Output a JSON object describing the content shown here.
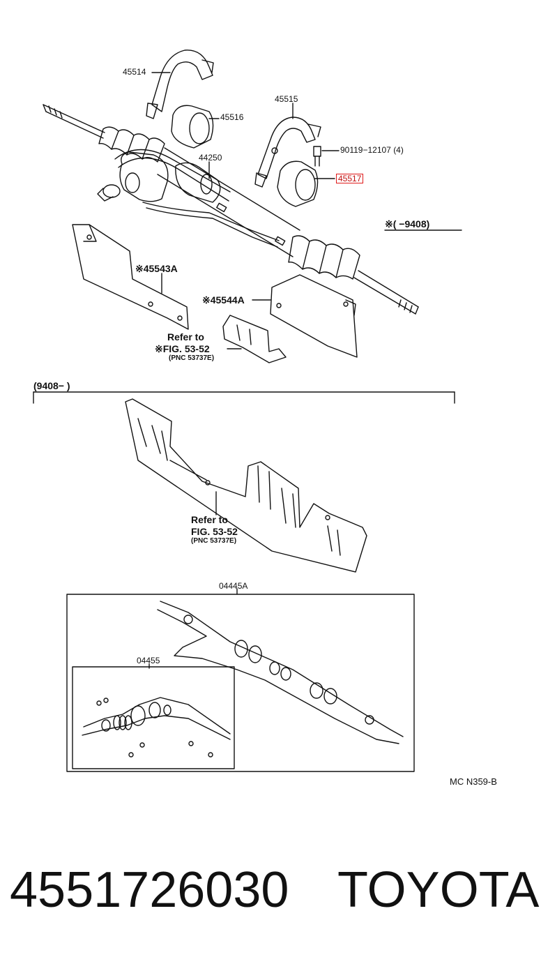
{
  "labels": {
    "p45514": "45514",
    "p45516": "45516",
    "p45515": "45515",
    "p90119": "90119−12107 (4)",
    "p44250": "44250",
    "p45517": "45517",
    "range_top": "※(       −9408)",
    "p45543a": "※45543A",
    "p45544a": "※45544A",
    "refer1_l1": "Refer  to",
    "refer1_l2": "※FIG. 53-52",
    "refer1_l3": "(PNC  53737E)",
    "range_mid": "(9408−        )",
    "refer2_l1": "Refer  to",
    "refer2_l2": "FIG. 53-52",
    "refer2_l3": "(PNC  53737E)",
    "p04445a": "04445A",
    "p04455": "04455",
    "code": "MC  N359-B"
  },
  "footer": {
    "part_number": "4551726030",
    "brand": "TOYOTA"
  },
  "highlight_color": "#e01818"
}
